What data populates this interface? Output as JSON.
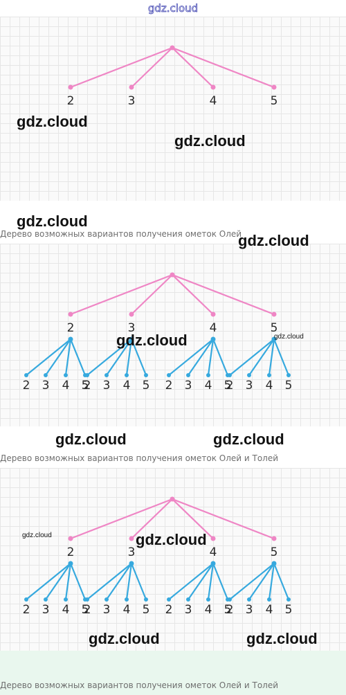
{
  "header": {
    "site_name": "gdz.cloud"
  },
  "colors": {
    "pink": "#ef86c5",
    "blue": "#36a9de",
    "grid": "#e6e6e6",
    "band": "#e9f7ee"
  },
  "diagrams": [
    {
      "caption": "Дерево возможных вариантов получения ометок Олей",
      "level1": [
        "2",
        "3",
        "4",
        "5"
      ],
      "level2": []
    },
    {
      "caption": "Дерево возможных вариантов получения ометок Олей и Толей",
      "level1": [
        "2",
        "3",
        "4",
        "5"
      ],
      "level2": [
        [
          "2",
          "3",
          "4",
          "5"
        ],
        [
          "2",
          "3",
          "4",
          "5"
        ],
        [
          "2",
          "3",
          "4",
          "5"
        ],
        [
          "2",
          "3",
          "4",
          "5"
        ]
      ]
    },
    {
      "caption": "Дерево возможных вариантов получения ометок Олей и Толей",
      "level1": [
        "2",
        "3",
        "4",
        "5"
      ],
      "level2": [
        [
          "2",
          "3",
          "4",
          "5"
        ],
        [
          "2",
          "3",
          "4",
          "5"
        ],
        [
          "2",
          "3",
          "4",
          "5"
        ],
        [
          "2",
          "3",
          "4",
          "5"
        ]
      ]
    }
  ],
  "watermark": "gdz.cloud"
}
